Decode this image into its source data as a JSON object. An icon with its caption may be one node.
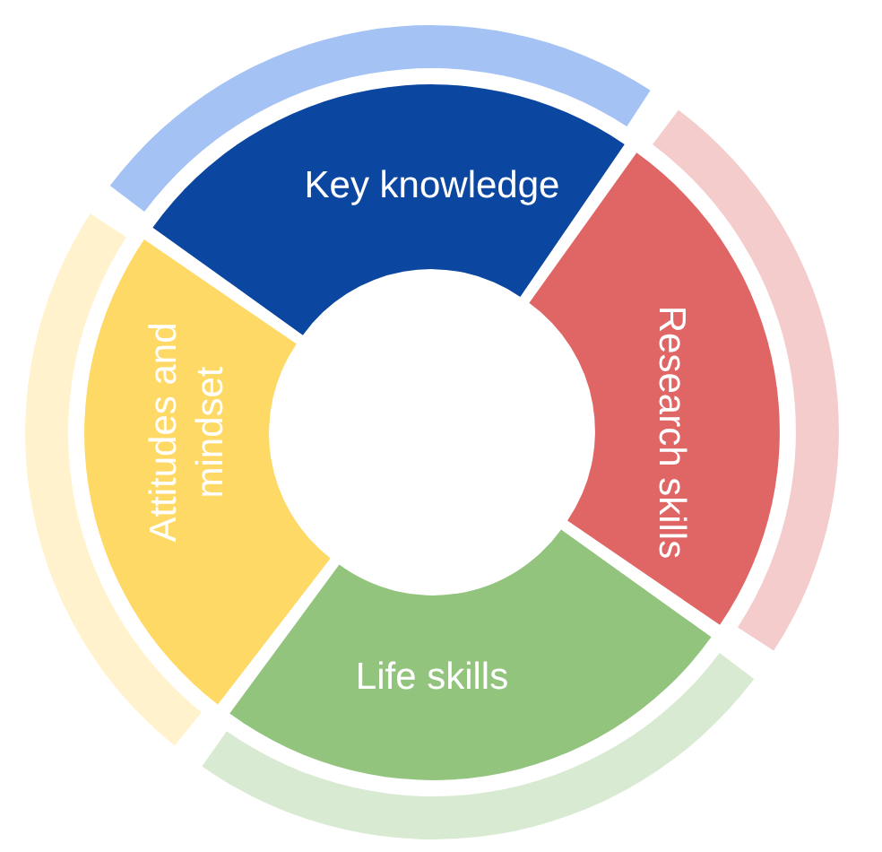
{
  "diagram": {
    "nodes": [
      {
        "text": [
          "Key knowledge"
        ]
      },
      {
        "text": [
          "Attitudes and mindset"
        ]
      },
      {
        "text": [
          "Research skills"
        ]
      },
      {
        "text": [
          "Life skills"
        ]
      },
      {
        "text": [],
        "shape": "arc"
      },
      {
        "text": [],
        "shape": "arc"
      },
      {
        "text": [],
        "shape": "arc"
      },
      {
        "text": [],
        "shape": "arc"
      }
    ]
  }
}
